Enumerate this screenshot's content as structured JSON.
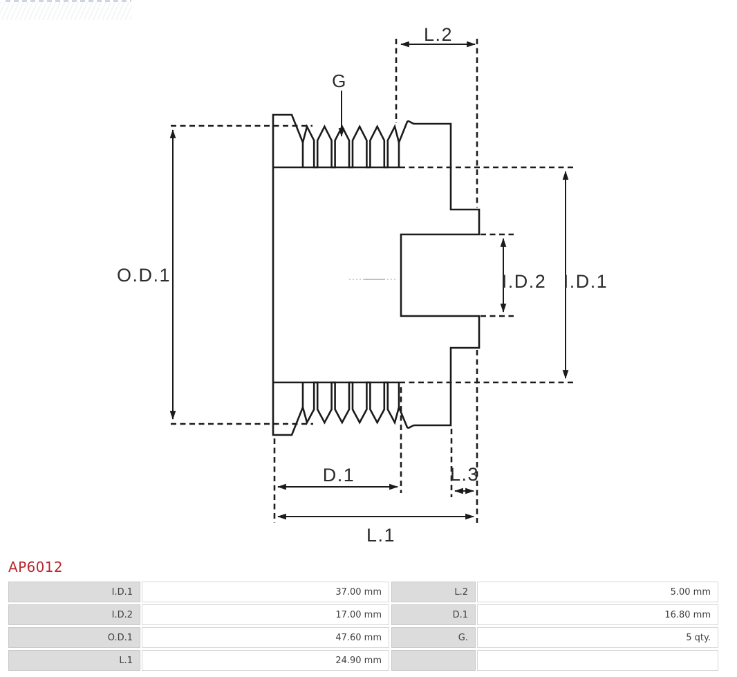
{
  "product_code": "AP6012",
  "drawing": {
    "labels": {
      "g": "G",
      "l2": "L.2",
      "od1": "O.D.1",
      "id2": "I.D.2",
      "id1": "I.D.1",
      "d1": "D.1",
      "l3": "L.3",
      "l1": "L.1"
    },
    "groove_count_shown": 5
  },
  "table": {
    "rows": [
      {
        "label_left": "I.D.1",
        "value_left": "37.00 mm",
        "label_right": "L.2",
        "value_right": "5.00 mm"
      },
      {
        "label_left": "I.D.2",
        "value_left": "17.00 mm",
        "label_right": "D.1",
        "value_right": "16.80 mm"
      },
      {
        "label_left": "O.D.1",
        "value_left": "47.60 mm",
        "label_right": "G.",
        "value_right": "5 qty."
      },
      {
        "label_left": "L.1",
        "value_left": "24.90 mm",
        "label_right": "",
        "value_right": ""
      }
    ]
  },
  "colors": {
    "accent_red": "#bb272c",
    "line": "#1b1b1b",
    "cell_gray": "#dcdcdc",
    "cell_border": "#c8c8c8"
  }
}
